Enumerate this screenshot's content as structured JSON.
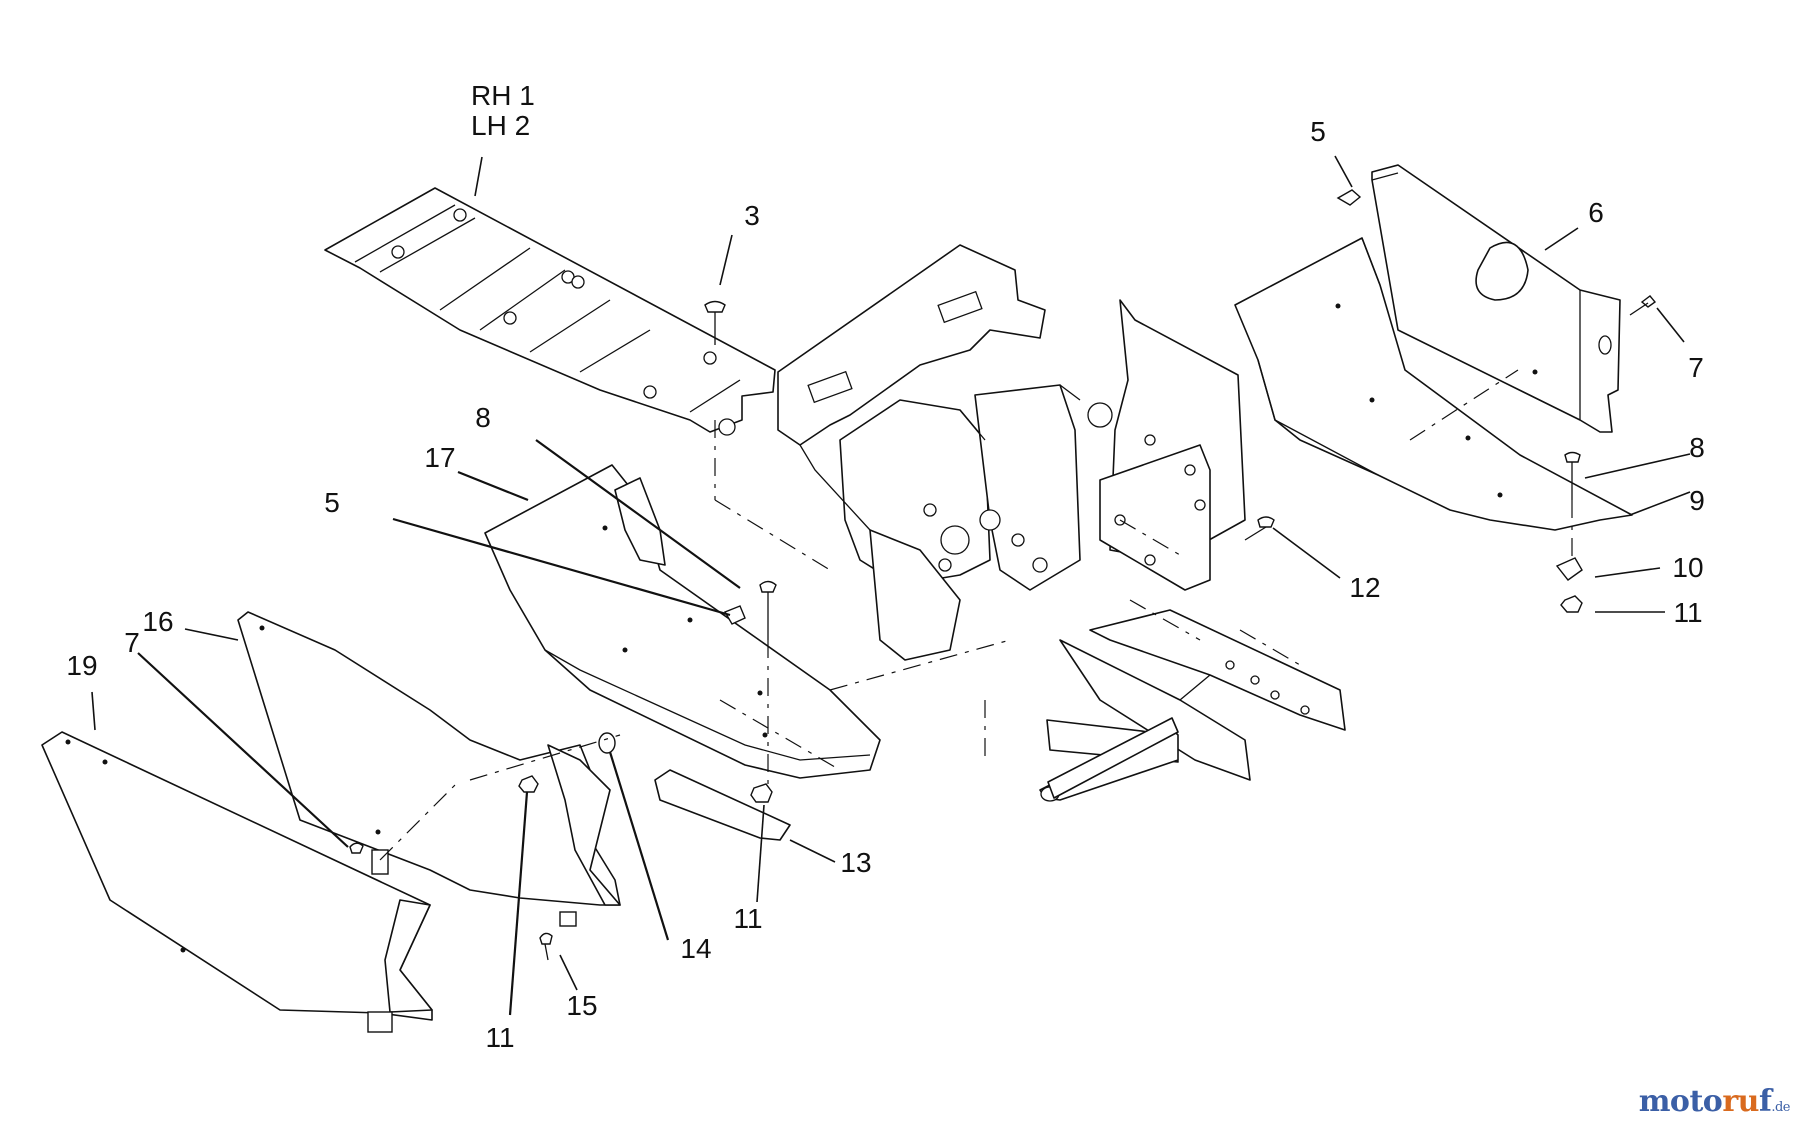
{
  "callouts": {
    "part_1_2_rh": "RH 1",
    "part_1_2_lh": "LH 2",
    "part_3": "3",
    "part_5_top": "5",
    "part_5_left": "5",
    "part_6": "6",
    "part_7_right": "7",
    "part_7_left": "7",
    "part_8_left": "8",
    "part_8_right": "8",
    "part_9": "9",
    "part_10": "10",
    "part_11_right": "11",
    "part_11_center": "11",
    "part_11_bottom": "11",
    "part_12": "12",
    "part_13": "13",
    "part_14": "14",
    "part_15": "15",
    "part_16": "16",
    "part_17": "17",
    "part_19": "19"
  },
  "watermark": {
    "prefix": "moto",
    "middle": "ru",
    "suffix": "f",
    "tld": ".de"
  }
}
